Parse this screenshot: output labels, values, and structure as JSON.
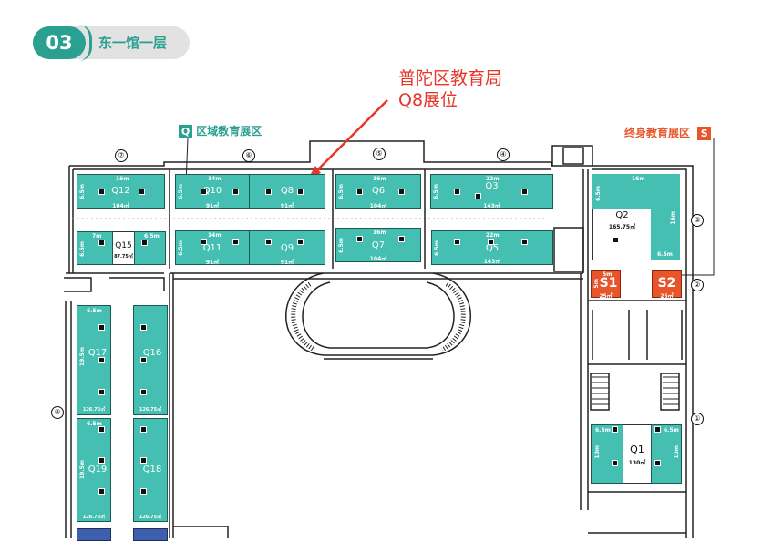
{
  "header": {
    "number": "03",
    "title": "东一馆一层"
  },
  "annotation": {
    "line1": "普陀区教育局",
    "line2": "Q8展位",
    "color": "#e8352a"
  },
  "legend": {
    "regional": {
      "badge": "Q",
      "label": "区域教育展区",
      "color": "#2aa091"
    },
    "lifelong": {
      "badge": "S",
      "label": "终身教育展区",
      "color": "#e8552a"
    }
  },
  "axes": [
    "①",
    "②",
    "③",
    "④",
    "⑤",
    "⑥",
    "⑦",
    "⑧"
  ],
  "booths": {
    "Q12": {
      "name": "Q12",
      "w": "16m",
      "h": "6.5m",
      "area": "104㎡"
    },
    "Q10": {
      "name": "Q10",
      "w": "14m",
      "h": "6.5m",
      "area": "91㎡"
    },
    "Q8": {
      "name": "Q8",
      "area": "91㎡"
    },
    "Q6": {
      "name": "Q6",
      "w": "16m",
      "h": "6.5m",
      "area": "104㎡"
    },
    "Q3": {
      "name": "Q3",
      "w": "22m",
      "h": "6.5m",
      "area": "143㎡"
    },
    "Q2": {
      "name": "Q2",
      "w": "16m",
      "h": "6.5m",
      "h2": "16m",
      "w2": "6.5m",
      "area": "165.75㎡"
    },
    "Q15": {
      "name": "Q15",
      "w": "7m",
      "w2": "6.5m",
      "h": "6.5m",
      "area": "87.75㎡"
    },
    "Q11": {
      "name": "Q11",
      "w": "14m",
      "h": "6.5m",
      "area": "91㎡"
    },
    "Q9": {
      "name": "Q9",
      "area": "91㎡"
    },
    "Q7": {
      "name": "Q7",
      "w": "16m",
      "h": "6.5m",
      "area": "104㎡"
    },
    "Q5": {
      "name": "Q5",
      "w": "22m",
      "h": "6.5m",
      "area": "143㎡"
    },
    "S1": {
      "name": "S1",
      "w": "5m",
      "h": "5m",
      "area": "25㎡"
    },
    "S2": {
      "name": "S2",
      "area": "25㎡"
    },
    "Q17": {
      "name": "Q17",
      "w": "6.5m",
      "h": "19.5m",
      "area": "126.75㎡"
    },
    "Q16": {
      "name": "Q16",
      "area": "126.75㎡"
    },
    "Q19": {
      "name": "Q19",
      "w": "6.5m",
      "h": "19.5m",
      "area": "126.75㎡"
    },
    "Q18": {
      "name": "Q18",
      "area": "126.75㎡"
    },
    "Q1": {
      "name": "Q1",
      "w": "6.5m",
      "w2": "6.5m",
      "h": "10m",
      "h2": "10m",
      "area": "130㎡"
    }
  }
}
